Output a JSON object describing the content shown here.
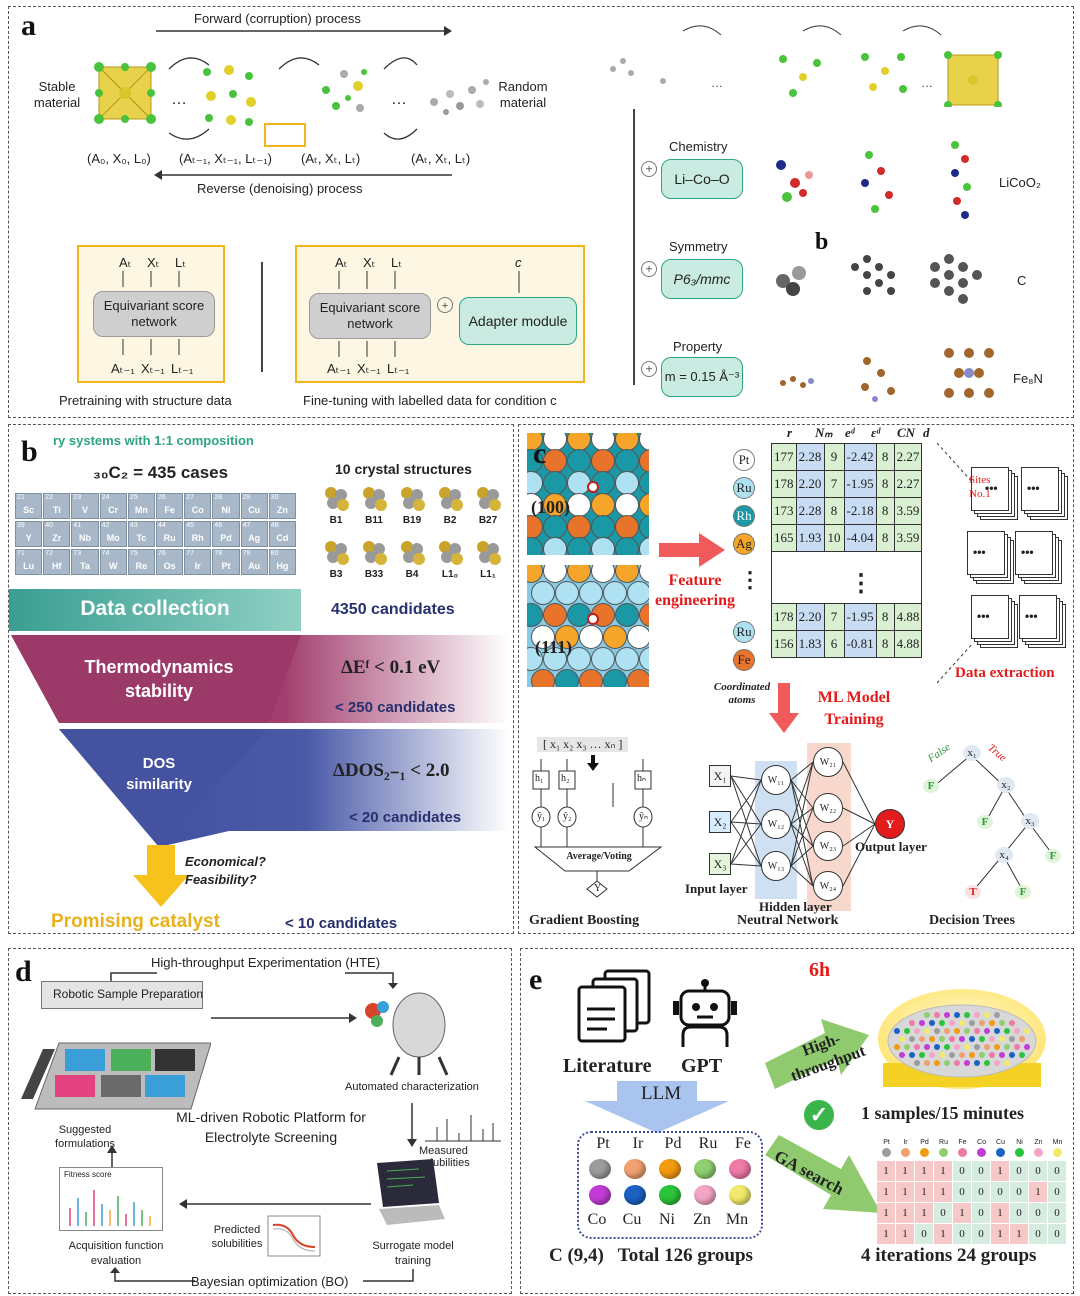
{
  "panel_a": {
    "label": "a",
    "forward": "Forward (corruption) process",
    "reverse": "Reverse (denoising) process",
    "stable": "Stable material",
    "random": "Random material",
    "states": [
      "(A₀, X₀, L₀)",
      "(Aₜ₋₁, Xₜ₋₁, Lₜ₋₁)",
      "(Aₜ, Xₜ, Lₜ)",
      "(Aₜ, Xₜ, Lₜ)"
    ],
    "ellipsis": "…",
    "pretrain_inputs": [
      "Aₜ",
      "Xₜ",
      "Lₜ"
    ],
    "pretrain_outputs": [
      "Aₜ₋₁",
      "Xₜ₋₁",
      "Lₜ₋₁"
    ],
    "score_network": "Equivariant score network",
    "cond": "c",
    "adapter": "Adapter module",
    "plus": "+",
    "pretrain_caption": "Pretraining with structure data",
    "finetune_caption": "Fine-tuning with labelled data for condition c",
    "sublabel_b": "b",
    "conditions": [
      {
        "title": "Chemistry",
        "value": "Li–Co–O",
        "result": "LiCoO₂"
      },
      {
        "title": "Symmetry",
        "value": "P6₃/mmc",
        "result": "C"
      },
      {
        "title": "Property",
        "value": "m = 0.15 Å⁻³",
        "result": "Fe₈N"
      }
    ]
  },
  "panel_b": {
    "label": "b",
    "banner": "ry systems with 1:1 composition",
    "cases": "₃₀C₂ = 435 cases",
    "elements": [
      [
        "21",
        "Sc"
      ],
      [
        "22",
        "Ti"
      ],
      [
        "23",
        "V"
      ],
      [
        "24",
        "Cr"
      ],
      [
        "25",
        "Mn"
      ],
      [
        "26",
        "Fe"
      ],
      [
        "27",
        "Co"
      ],
      [
        "28",
        "Ni"
      ],
      [
        "29",
        "Cu"
      ],
      [
        "30",
        "Zn"
      ],
      [
        "39",
        "Y"
      ],
      [
        "40",
        "Zr"
      ],
      [
        "41",
        "Nb"
      ],
      [
        "42",
        "Mo"
      ],
      [
        "43",
        "Tc"
      ],
      [
        "44",
        "Ru"
      ],
      [
        "45",
        "Rh"
      ],
      [
        "46",
        "Pd"
      ],
      [
        "47",
        "Ag"
      ],
      [
        "48",
        "Cd"
      ],
      [
        "71",
        "Lu"
      ],
      [
        "72",
        "Hf"
      ],
      [
        "73",
        "Ta"
      ],
      [
        "74",
        "W"
      ],
      [
        "75",
        "Re"
      ],
      [
        "76",
        "Os"
      ],
      [
        "77",
        "Ir"
      ],
      [
        "78",
        "Pt"
      ],
      [
        "79",
        "Au"
      ],
      [
        "80",
        "Hg"
      ]
    ],
    "structures_title": "10 crystal structures",
    "structures": [
      "B1",
      "B11",
      "B19",
      "B2",
      "B27",
      "B3",
      "B33",
      "B4",
      "L1₀",
      "L1₁"
    ],
    "step1": "Data collection",
    "step1_count": "4350 candidates",
    "step2": "Thermodynamics stability",
    "step2_cond": "ΔEᶠ < 0.1 eV",
    "step2_count": "< 250 candidates",
    "step3": "DOS similarity",
    "step3_cond": "ΔDOS₂₋₁ < 2.0",
    "step3_count": "< 20 candidates",
    "question": "Economical? Feasibility?",
    "result": "Promising catalyst",
    "result_count": "< 10 candidates"
  },
  "panel_c": {
    "label": "c",
    "facets": [
      "(100)",
      "(111)"
    ],
    "feature": "Feature engineering",
    "headers": [
      "r",
      "Nₘ",
      "eᵈ",
      "εᵈ",
      "CN",
      "d"
    ],
    "atoms": [
      "Pt",
      "Ru",
      "Rh",
      "Ag",
      "Ru",
      "Fe"
    ],
    "rows": [
      [
        "177",
        "2.28",
        "9",
        "-2.42",
        "8",
        "2.27"
      ],
      [
        "178",
        "2.20",
        "7",
        "-1.95",
        "8",
        "2.27"
      ],
      [
        "173",
        "2.28",
        "8",
        "-2.18",
        "8",
        "3.59"
      ],
      [
        "165",
        "1.93",
        "10",
        "-4.04",
        "8",
        "3.59"
      ],
      [
        "178",
        "2.20",
        "7",
        "-1.95",
        "8",
        "4.88"
      ],
      [
        "156",
        "1.83",
        "6",
        "-0.81",
        "8",
        "4.88"
      ]
    ],
    "vdots": "⋮",
    "coord": "Coordinated atoms",
    "sites": "Sites No.1",
    "dots3": "•••",
    "extraction": "Data extraction",
    "ml": "ML Model Training",
    "gb_input": "[ x₁ x₂ x₃ … xₙ ]",
    "gb_h": [
      "h₁",
      "h₂",
      "hₙ"
    ],
    "gb_y": [
      "ŷ₁",
      "ŷ₂",
      "ŷₙ"
    ],
    "gb_avg": "Average/Voting",
    "gb_out": "Y",
    "gb": "Gradient Boosting",
    "nn_inputs": [
      "X₁",
      "X₂",
      "X₃"
    ],
    "nn_h1": [
      "W₁₁",
      "W₁₂",
      "W₁₃"
    ],
    "nn_h2": [
      "W₂₁",
      "W₂₂",
      "W₂₃",
      "W₂₄"
    ],
    "nn_out": "Y",
    "input_layer": "Input layer",
    "hidden_layer": "Hidden layer",
    "output_layer": "Output layer",
    "nn": "Neutral Network",
    "dt": "Decision Trees",
    "dt_nodes": [
      "x₁",
      "x₂",
      "x₃",
      "x₄"
    ],
    "dt_false": "False",
    "dt_true": "True",
    "dt_leaves": [
      "F",
      "F",
      "F",
      "T",
      "F"
    ]
  },
  "panel_d": {
    "label": "d",
    "hte": "High-throughput Experimentation (HTE)",
    "robotic": "Robotic Sample Preparation",
    "auto_char": "Automated characterization",
    "platform": "ML-driven Robotic Platform for Electrolyte Screening",
    "suggested": "Suggested formulations",
    "fitness": "Fitness score",
    "acq": "Acquisition function evaluation",
    "predicted": "Predicted solubilities",
    "measured": "Measured solubilities",
    "surrogate": "Surrogate model training",
    "bo": "Bayesian optimization (BO)"
  },
  "panel_e": {
    "label": "e",
    "literature": "Literature",
    "gpt": "GPT",
    "llm": "LLM",
    "elements": [
      "Pt",
      "Ir",
      "Pd",
      "Ru",
      "Fe",
      "Co",
      "Cu",
      "Ni",
      "Zn",
      "Mn"
    ],
    "element_colors": [
      "#9c9c9c",
      "#f0a070",
      "#f29a10",
      "#8fcf70",
      "#ef7aa8",
      "#c23bd6",
      "#1a62c4",
      "#2ac43a",
      "#f4a5c5",
      "#f2ea6a"
    ],
    "combos": "C (9,4)   Total 126 groups",
    "time": "6h",
    "ht": "High-throughput",
    "rate": "1 samples/15 minutes",
    "ga": "GA search",
    "mini_headers": [
      "Pt",
      "Ir",
      "Pd",
      "Ru",
      "Fe",
      "Co",
      "Cu",
      "Ni",
      "Zn",
      "Mn"
    ],
    "mini_rows": [
      [
        "1",
        "1",
        "1",
        "1",
        "0",
        "0",
        "1",
        "0",
        "0",
        "0"
      ],
      [
        "1",
        "1",
        "1",
        "1",
        "0",
        "0",
        "0",
        "0",
        "1",
        "0"
      ],
      [
        "1",
        "1",
        "1",
        "0",
        "1",
        "0",
        "1",
        "0",
        "0",
        "0"
      ],
      [
        "1",
        "1",
        "0",
        "1",
        "0",
        "0",
        "1",
        "1",
        "0",
        "0"
      ]
    ],
    "iterations": "4 iterations 24 groups"
  }
}
